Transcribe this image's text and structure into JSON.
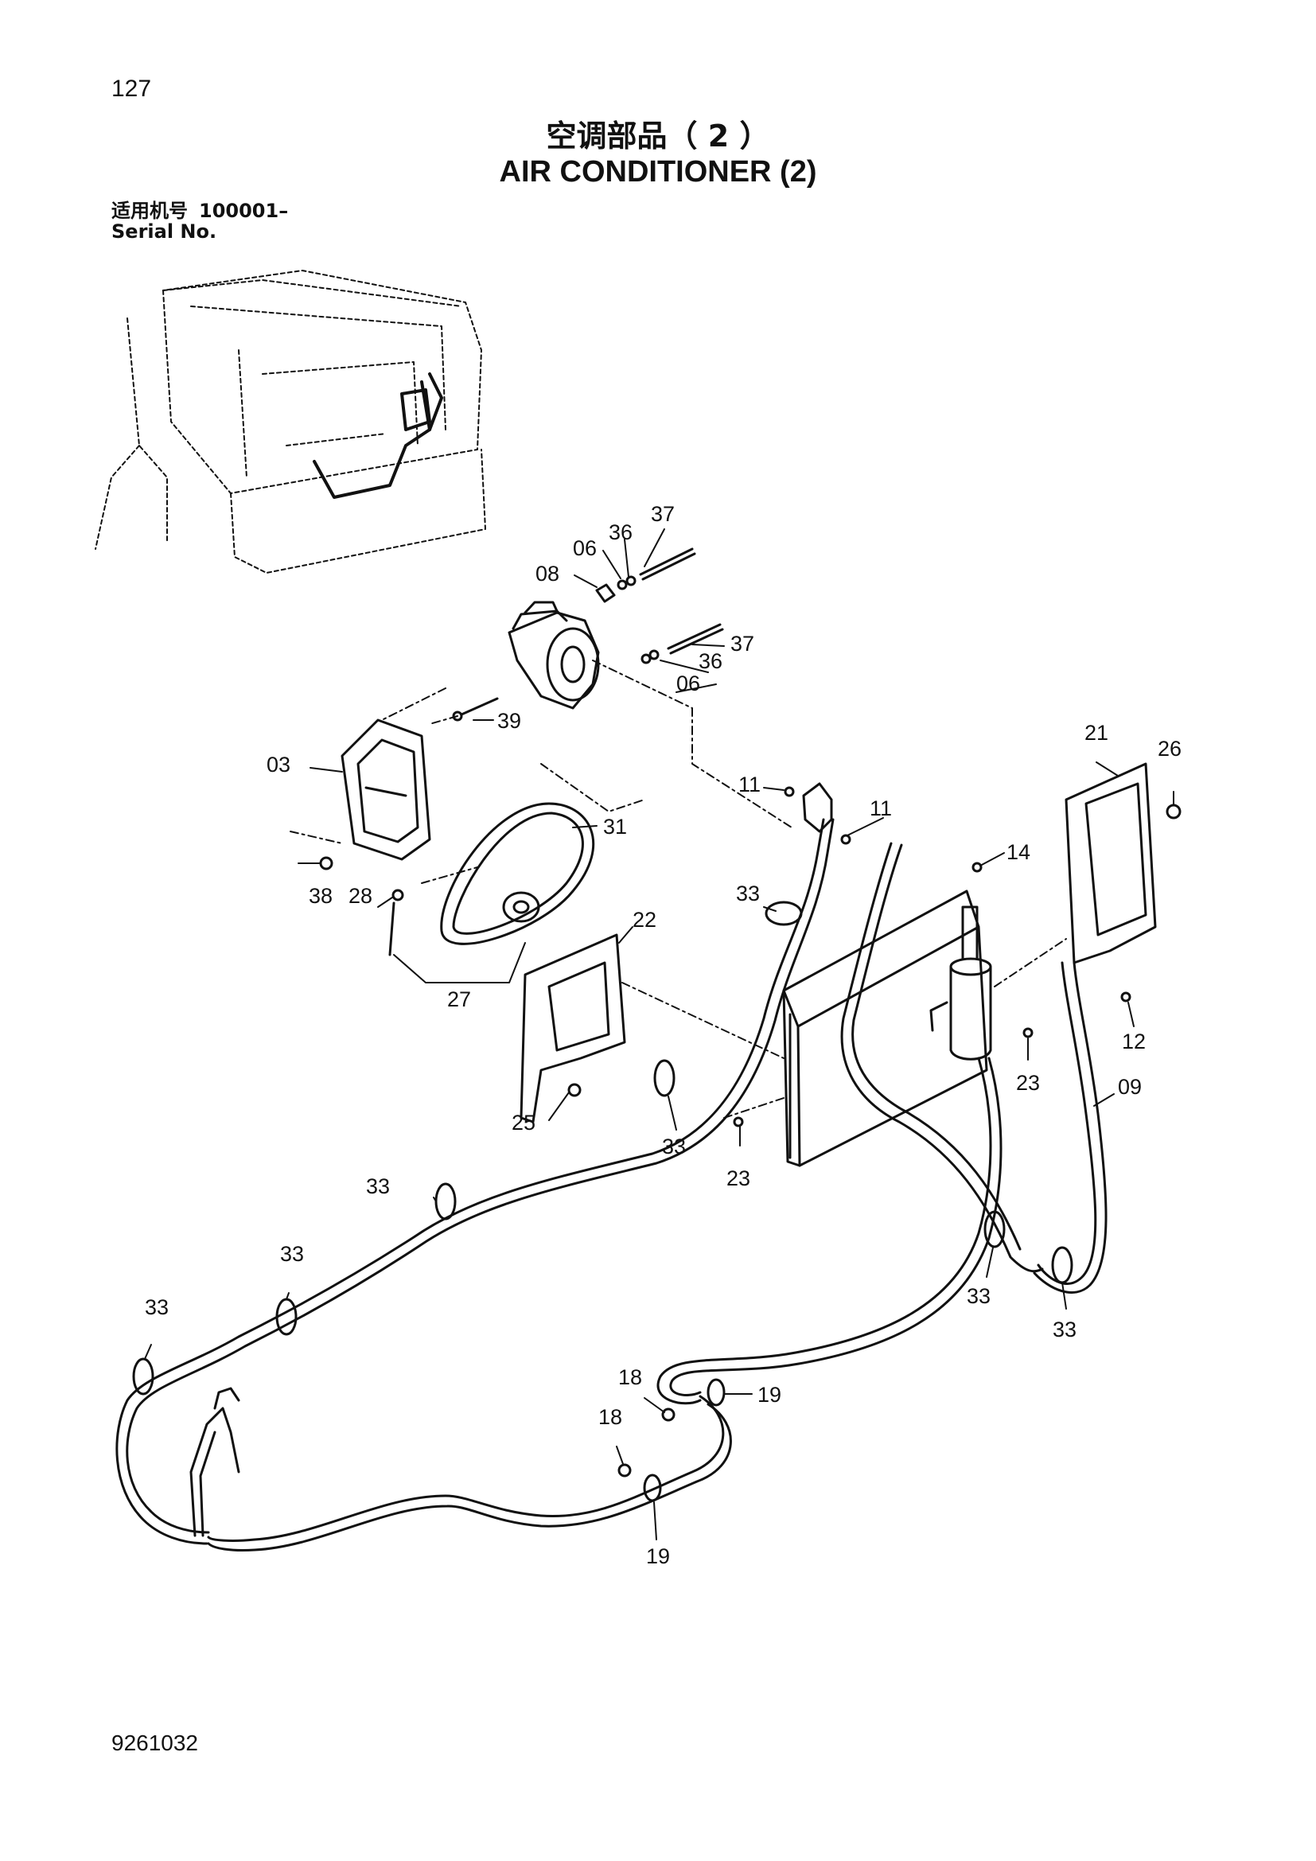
{
  "page_number": "127",
  "title_cn": "空调部品（ 2 ）",
  "title_en": "AIR CONDITIONER (2)",
  "serial_label_cn": "适用机号",
  "serial_value": "100001–",
  "serial_label_en": "Serial No.",
  "document_number": "9261032",
  "callouts": {
    "c37a": "37",
    "c36a": "36",
    "c06a": "06",
    "c08": "08",
    "c37b": "37",
    "c36b": "36",
    "c06b": "06",
    "c39": "39",
    "c03": "03",
    "c31": "31",
    "c38": "38",
    "c28": "28",
    "c27": "27",
    "c22": "22",
    "c25": "25",
    "c11a": "11",
    "c11b": "11",
    "c14": "14",
    "c21": "21",
    "c26": "26",
    "c12": "12",
    "c09": "09",
    "c23a": "23",
    "c23b": "23",
    "c33a": "33",
    "c33b": "33",
    "c33c": "33",
    "c33d": "33",
    "c33e": "33",
    "c33f": "33",
    "c33g": "33",
    "c18a": "18",
    "c18b": "18",
    "c19a": "19",
    "c19b": "19"
  }
}
